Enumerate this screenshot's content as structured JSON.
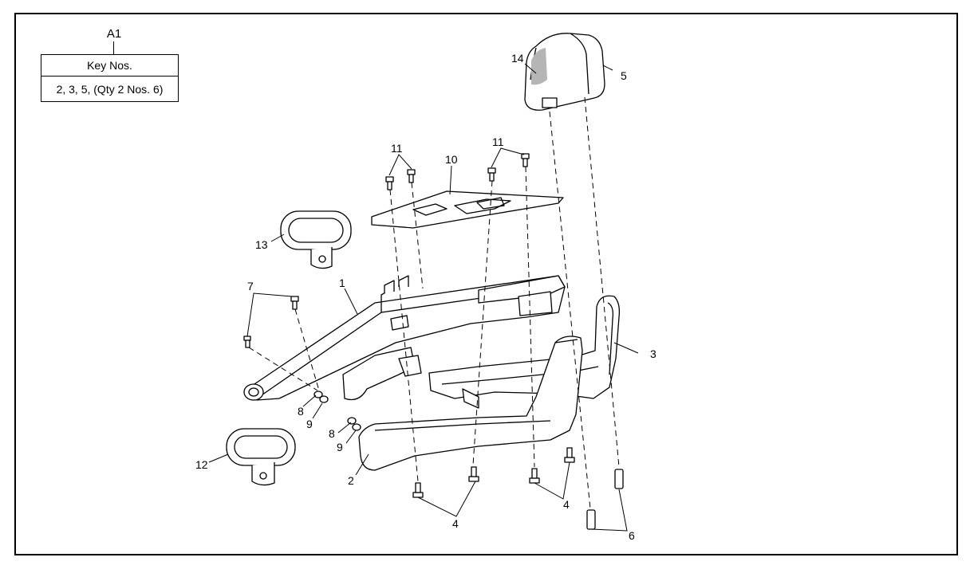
{
  "key_box": {
    "tag": "A1",
    "header": "Key Nos.",
    "contents": "2, 3, 5, (Qty 2 Nos. 6)"
  },
  "callouts": {
    "c1": "1",
    "c2": "2",
    "c3": "3",
    "c4a": "4",
    "c4b": "4",
    "c5": "5",
    "c6": "6",
    "c7": "7",
    "c8a": "8",
    "c8b": "8",
    "c9a": "9",
    "c9b": "9",
    "c10": "10",
    "c11a": "11",
    "c11b": "11",
    "c12": "12",
    "c13": "13",
    "c14": "14"
  },
  "colors": {
    "line": "#000000",
    "highlight": "#b5b5b5"
  }
}
